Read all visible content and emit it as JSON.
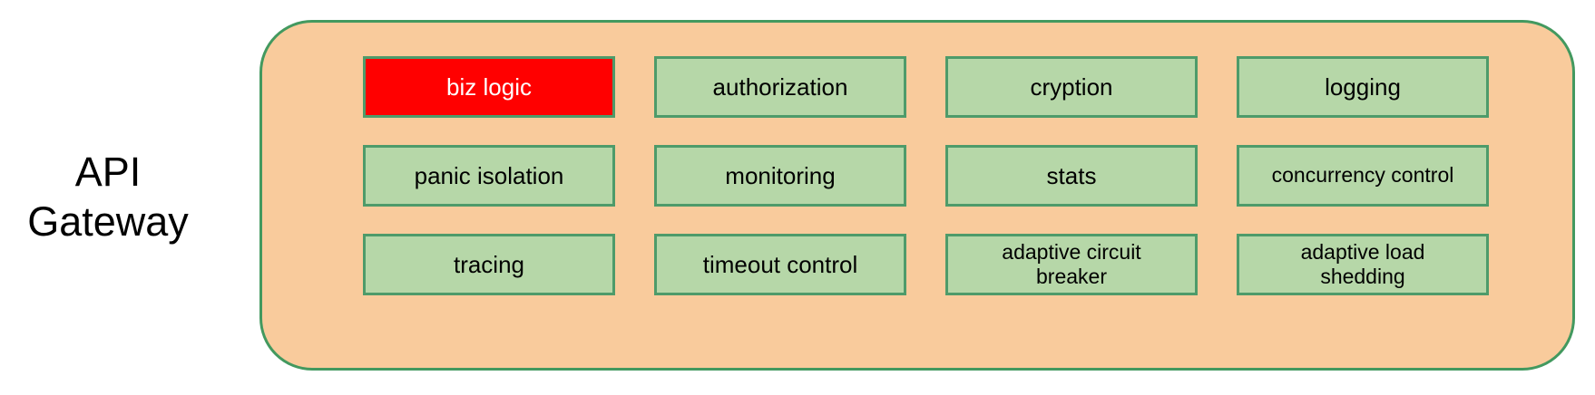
{
  "diagram": {
    "label": {
      "line1": "API",
      "line2": "Gateway"
    },
    "colors": {
      "container_fill": "#f9cb9c",
      "container_border": "#43995f",
      "box_fill": "#b6d7a8",
      "box_border": "#4e9b6a",
      "highlight_fill": "#ff0000",
      "highlight_text": "#ffffff",
      "text": "#000000"
    },
    "features": [
      {
        "label": "biz logic",
        "highlight": true
      },
      {
        "label": "authorization",
        "highlight": false
      },
      {
        "label": "cryption",
        "highlight": false
      },
      {
        "label": "logging",
        "highlight": false
      },
      {
        "label": "panic isolation",
        "highlight": false
      },
      {
        "label": "monitoring",
        "highlight": false
      },
      {
        "label": "stats",
        "highlight": false
      },
      {
        "label": "concurrency control",
        "highlight": false
      },
      {
        "label": "tracing",
        "highlight": false
      },
      {
        "label": "timeout control",
        "highlight": false
      },
      {
        "label": "adaptive circuit breaker",
        "highlight": false
      },
      {
        "label": "adaptive load shedding",
        "highlight": false
      }
    ]
  }
}
